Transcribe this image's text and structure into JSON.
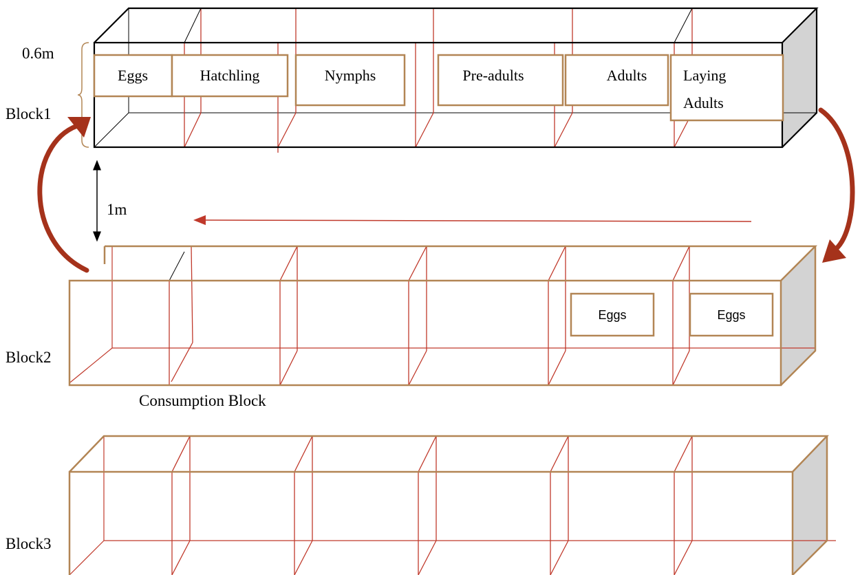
{
  "colors": {
    "block1_edge": "#000000",
    "brown_edge": "#B28554",
    "divider": "#C0392B",
    "shade": "#D3D3D3",
    "curved_arrow": "#A5321B",
    "flow_arrow": "#C0392B"
  },
  "labels": {
    "height": "0.6m",
    "gap": "1m",
    "block1": "Block1",
    "block2": "Block2",
    "block3": "Block3",
    "consumption": "Consumption Block"
  },
  "block1_stages": [
    "Eggs",
    "Hatchling",
    "Nymphs",
    "Pre-adults",
    "Adults",
    "Laying",
    "Adults"
  ],
  "block2_eggs": [
    "Eggs",
    "Eggs"
  ]
}
